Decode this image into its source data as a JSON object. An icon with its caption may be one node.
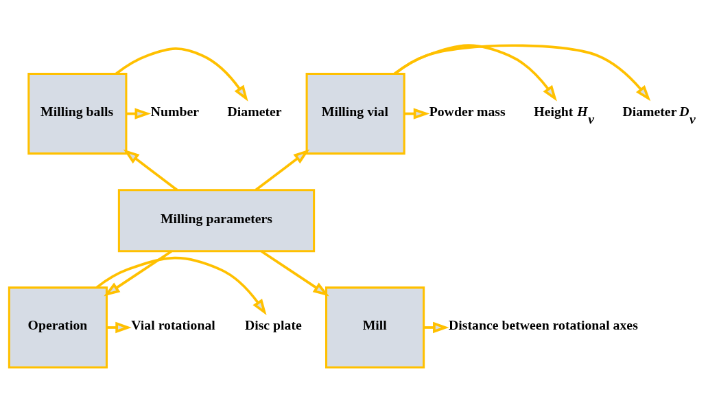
{
  "diagram": {
    "nodes": [
      {
        "text": [
          "Milling parameters"
        ]
      },
      {
        "text": [
          "Milling balls"
        ]
      },
      {
        "text": [
          "Milling vial"
        ]
      },
      {
        "text": [
          "Operation"
        ]
      },
      {
        "text": [
          "Mill"
        ]
      },
      {
        "text": [
          "Diameter"
        ]
      },
      {
        "text": [
          "Number"
        ]
      },
      {
        "text": [
          "Diameter *D*$_{v}$"
        ]
      },
      {
        "text": [
          "Height *H*$_{v}$"
        ]
      },
      {
        "text": [
          "Powder mass"
        ]
      },
      {
        "text": [
          "Disc plate"
        ]
      },
      {
        "text": [
          "Vial rotational"
        ]
      },
      {
        "text": [
          "Distance between rotational axes"
        ]
      }
    ],
    "edges": [
      {
        "from": 0,
        "to": 1,
        "arrow": "to"
      },
      {
        "from": 0,
        "to": 2,
        "arrow": "to"
      },
      {
        "from": 0,
        "to": 3,
        "arrow": "to"
      },
      {
        "from": 0,
        "to": 4,
        "arrow": "to"
      },
      {
        "from": 1,
        "to": 5,
        "arrow": "to"
      },
      {
        "from": 1,
        "to": 6,
        "arrow": "to"
      },
      {
        "from": 2,
        "to": 7,
        "arrow": "to"
      },
      {
        "from": 2,
        "to": 8,
        "arrow": "to"
      },
      {
        "from": 2,
        "to": 9,
        "arrow": "to"
      },
      {
        "from": 3,
        "to": 10,
        "arrow": "to"
      },
      {
        "from": 3,
        "to": 11,
        "arrow": "to"
      },
      {
        "from": 4,
        "to": 12,
        "arrow": "to"
      }
    ]
  }
}
